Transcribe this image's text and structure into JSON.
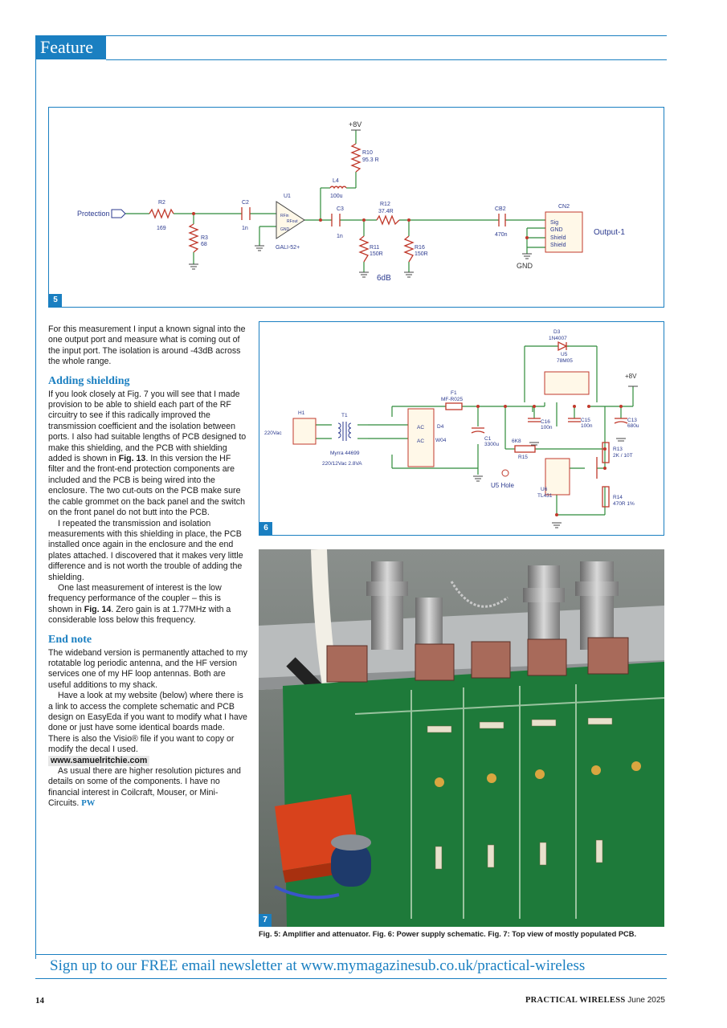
{
  "header": {
    "section": "Feature"
  },
  "fig5": {
    "number": "5",
    "labels": {
      "protection": "Protection",
      "plus8v": "+8V",
      "r10": "R10",
      "r10v": "95.3 R",
      "l4": "L4",
      "l4v": "100u",
      "r2": "R2",
      "r2v": "169",
      "r3": "R3",
      "r3v": "68",
      "c2": "C2",
      "c2v": "1n",
      "u1": "U1",
      "u1v": "GALI-52+",
      "rfin": "RFin",
      "rfout": "RFout",
      "gnd_pin": "GND",
      "c3": "C3",
      "c3v": "1n",
      "r12": "R12",
      "r12v": "37.4R",
      "r11": "R11",
      "r11v": "150R",
      "r16": "R16",
      "r16v": "150R",
      "six_db": "6dB",
      "cb2": "CB2",
      "cb2v": "470n",
      "cn2": "CN2",
      "sig": "Sig",
      "gnd": "GND",
      "shield": "Shield",
      "output": "Output-1",
      "gnd_label": "GND"
    }
  },
  "fig6": {
    "number": "6",
    "labels": {
      "d3": "D3",
      "d3v": "1N4007",
      "u5": "U5",
      "u5v": "78M05",
      "plus8v": "+8V",
      "f1": "F1",
      "f1v": "MF-R025",
      "h1": "H1",
      "ac220": "220Vac",
      "t1": "T1",
      "t1v": "Myrra 44699",
      "t1r": "220/12Vac 2.8VA",
      "d4": "D4",
      "d4v": "W04",
      "ac": "AC",
      "c16": "C16",
      "c16v": "100n",
      "c15": "C15",
      "c15v": "100n",
      "c13": "C13",
      "c13v": "680u",
      "c1": "C1",
      "c1v": "3300u",
      "r15": "R15",
      "r15v": "6K8",
      "r13": "R13",
      "r13v": "2K / 10T",
      "r14": "R14",
      "r14v": "470R 1%",
      "u6": "U6",
      "u6v": "TL431",
      "hole": "U5 Hole"
    }
  },
  "fig7": {
    "number": "7"
  },
  "body": {
    "p1": "For this measurement I input a known signal into the one output port and measure what is coming out of the input port. The isolation is around -43dB across the whole range.",
    "h1": "Adding shielding",
    "p2a": "If you look closely at Fig. 7 you will see that I made provision to be able to shield each part of the RF circuitry to see if this radically improved the transmission coefficient and the isolation between ports. I also had suitable lengths of PCB designed to make this shielding, and the PCB with shielding added is shown in ",
    "p2fig": "Fig. 13",
    "p2b": ". In this version the HF filter and the front-end protection components are included and the PCB is being wired into the enclosure. The two cut-outs on the PCB make sure the cable grommet on the back panel and the switch on the front panel do not butt into the PCB.",
    "p3": "I repeated the transmission and isolation measurements with this shielding in place, the PCB installed once again in the enclosure and the end plates attached. I discovered that it makes very little difference and is not worth the trouble of adding the shielding.",
    "p4a": "One last measurement of interest is the low frequency performance of the coupler – this is shown in ",
    "p4fig": "Fig. 14",
    "p4b": ". Zero gain is at 1.77MHz with a considerable loss below this frequency.",
    "h2": "End note",
    "p5": "The wideband version is permanently attached to my rotatable log periodic antenna, and the HF version services one of my HF loop antennas. Both are useful additions to my shack.",
    "p6": "Have a look at my website (below) where there is a link to access the complete schematic and PCB design on EasyEda if you want to modify what I have done or just have some identical boards made. There is also the Visio® file if you want to copy or modify the decal I used.",
    "url": "www.samuelritchie.com",
    "p7": "As usual there are higher resolution pictures and details on some of the components. I have no financial interest in Coilcraft, Mouser, or Mini-Circuits.",
    "sig": "PW"
  },
  "caption": "Fig. 5: Amplifier and attenuator. Fig. 6: Power supply schematic. Fig. 7: Top view of mostly populated PCB.",
  "newsletter": "Sign up to our FREE email newsletter at www.mymagazinesub.co.uk/practical-wireless",
  "footer": {
    "page": "14",
    "magazine": "PRACTICAL WIRELESS",
    "issue": "June 2025"
  },
  "colors": {
    "accent": "#1a7fc1",
    "wire": "#2e8b3a",
    "component": "#c0392b",
    "label": "#2b3a8f"
  }
}
